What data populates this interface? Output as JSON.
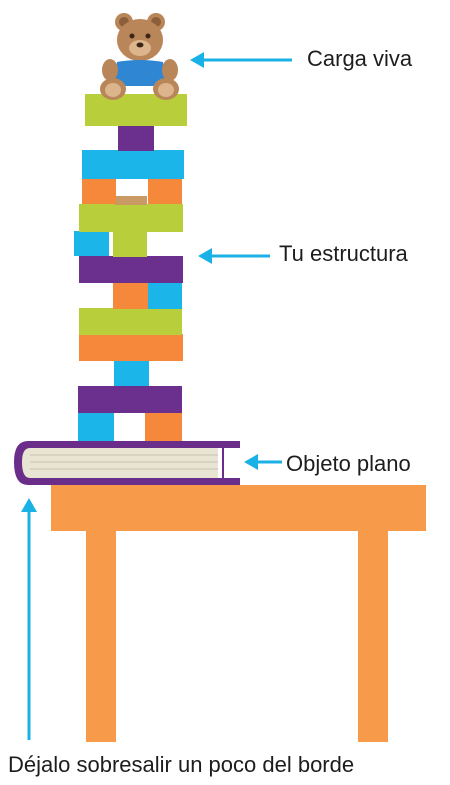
{
  "labels": {
    "live_load": "Carga viva",
    "structure": "Tu estructura",
    "flat_object": "Objeto plano",
    "edge_note": "Déjalo sobresalir un poco del borde"
  },
  "colors": {
    "arrow": "#19b1e6",
    "table": "#f79a4a",
    "green": "#b8cf3b",
    "purple": "#6b2f8d",
    "blue": "#1bb5e9",
    "orange": "#f5883a",
    "book_cover": "#6a2d8a",
    "book_pages": "#e9e5d4",
    "bear": "#b9865a",
    "bear_shirt": "#2f86d3"
  },
  "icons": {
    "teddy_bear": "teddy-bear-icon",
    "book": "book-icon"
  }
}
